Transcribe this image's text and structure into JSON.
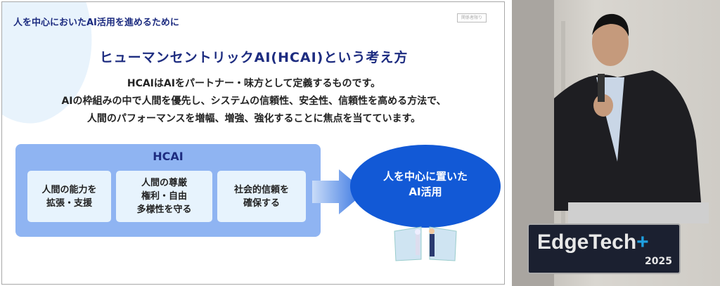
{
  "slide": {
    "section_title": "人を中心においたAI活用を進めるために",
    "badge": "関係者限り",
    "title": "ヒューマンセントリックAI(HCAI)という考え方",
    "body_lines": [
      "HCAIはAIをパートナー・味方として定義するものです。",
      "AIの枠組みの中で人間を優先し、システムの信頼性、安全性、信頼性を高める方法で、",
      "人間のパフォーマンスを増幅、増強、強化することに焦点を当てています。"
    ],
    "hcai_label": "HCAI",
    "cards": [
      "人間の能力を\n拡張・支援",
      "人間の尊厳\n権利・自由\n多様性を守る",
      "社会的信頼を\n確保する"
    ],
    "goal": "人を中心に置いた\nAI活用"
  },
  "photo": {
    "sign_brand": "EdgeTech",
    "sign_plus": "+",
    "sign_year": "2025"
  },
  "colors": {
    "navy": "#1d2c80",
    "box": "#8fb4f2",
    "ellipse": "#1259d6"
  }
}
